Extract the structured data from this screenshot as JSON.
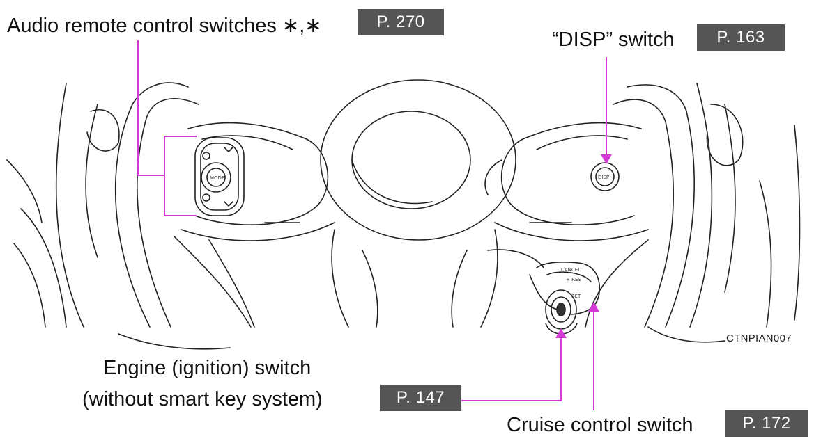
{
  "callouts": {
    "audio": {
      "label": "Audio remote control switches ∗,∗",
      "ref": "P. 270"
    },
    "disp": {
      "label": "“DISP” switch",
      "ref": "P. 163"
    },
    "engine": {
      "line1": "Engine (ignition) switch",
      "line2": "(without smart key system)",
      "ref": "P. 147"
    },
    "cruise": {
      "label": "Cruise control switch",
      "ref": "P. 172"
    }
  },
  "figure_code": "CTNPIAN007",
  "switch_labels": {
    "mode": "MODE",
    "disp": "DISP",
    "cancel": "CANCEL",
    "res": "+ RES",
    "set": "− SET"
  },
  "colors": {
    "leader": "#d63ad6",
    "ref_box": "#555555",
    "line_art": "#222222"
  }
}
